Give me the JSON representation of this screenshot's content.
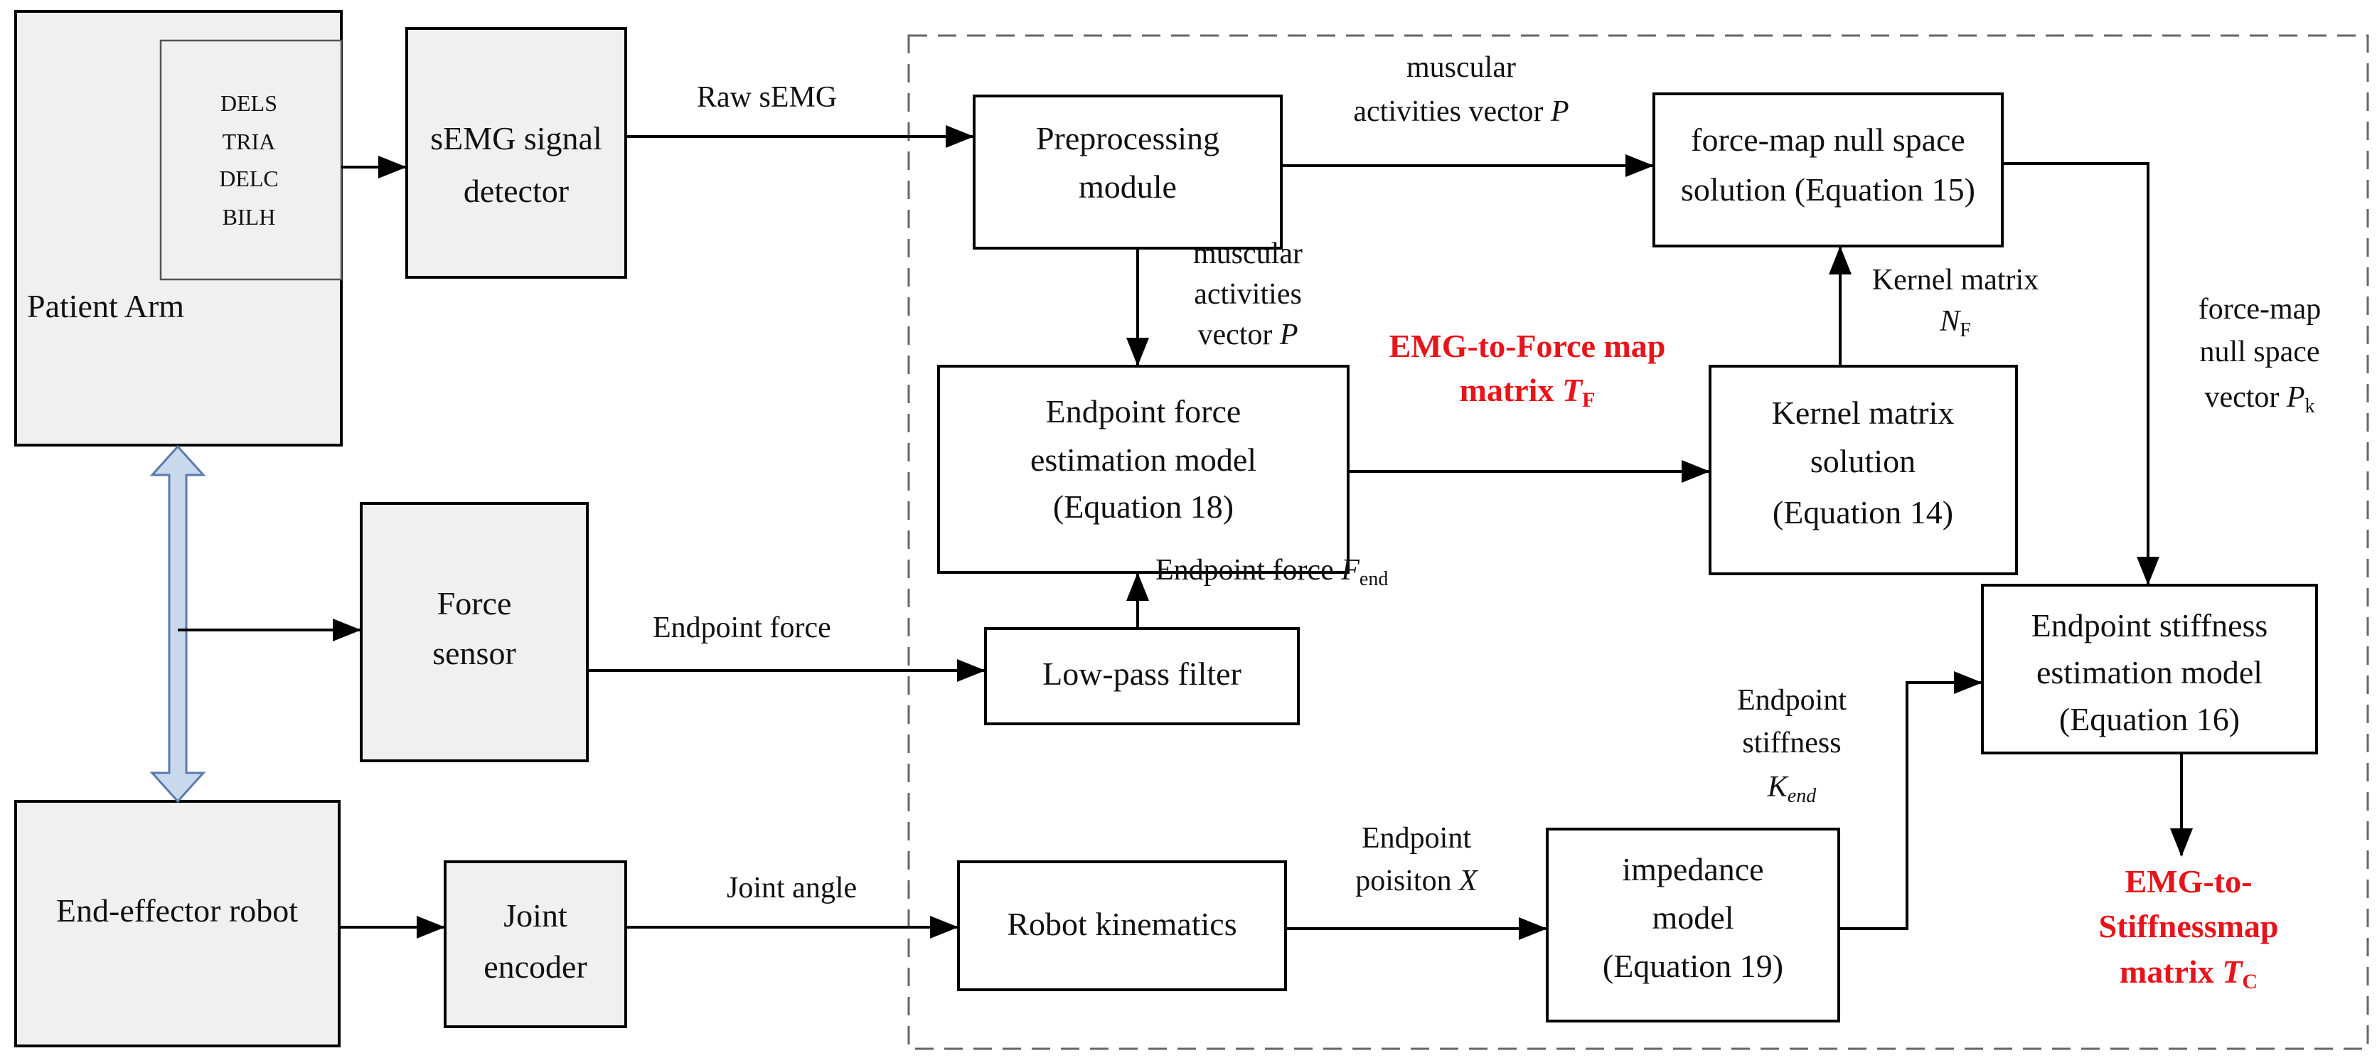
{
  "patient_arm": {
    "label": "Patient Arm",
    "muscles": [
      "DELS",
      "TRIA",
      "DELC",
      "BILH"
    ]
  },
  "blocks": {
    "semg_detector": [
      "sEMG signal",
      "detector"
    ],
    "force_sensor": [
      "Force",
      "sensor"
    ],
    "end_effector_robot": [
      "End-effector robot"
    ],
    "joint_encoder": [
      "Joint",
      "encoder"
    ],
    "preprocessing": [
      "Preprocessing",
      "module"
    ],
    "endpoint_force_model": [
      "Endpoint force",
      "estimation model",
      "(Equation 18)"
    ],
    "low_pass_filter": [
      "Low-pass filter"
    ],
    "robot_kinematics": [
      "Robot kinematics"
    ],
    "force_map_null_space": [
      "force-map null space",
      "solution (Equation 15)"
    ],
    "kernel_matrix": [
      "Kernel matrix",
      "solution",
      "(Equation 14)"
    ],
    "stiffness_model": [
      "Endpoint stiffness",
      "estimation model",
      "(Equation 16)"
    ],
    "impedance_model": [
      "impedance",
      "model",
      "(Equation 19)"
    ]
  },
  "signals": {
    "raw_semg": "Raw sEMG",
    "muscular_top": {
      "line1": "muscular",
      "line2_text": "activities vector ",
      "line2_var": "P"
    },
    "muscular_mid": {
      "line1": "muscular",
      "line2": "activities",
      "line3_text": "vector ",
      "line3_var": "P"
    },
    "emg_force_map": {
      "line1": "EMG-to-Force map",
      "line2_text": "matrix ",
      "line2_var": "T",
      "line2_sub": "F"
    },
    "kernel_nf": {
      "line1": "Kernel matrix",
      "var": "N",
      "sub": "F"
    },
    "null_space_vector": {
      "line1": "force-map",
      "line2": "null space",
      "line3_text": "vector ",
      "line3_var": "P",
      "line3_sub": "k"
    },
    "endpoint_force_fend": {
      "text": "Endpoint force ",
      "var": "F",
      "sub": "end"
    },
    "endpoint_force": "Endpoint force",
    "joint_angle": "Joint angle",
    "endpoint_position": {
      "line1": "Endpoint",
      "line2_text": "poisiton ",
      "line2_var": "X"
    },
    "endpoint_stiffness": {
      "line1": "Endpoint",
      "line2": "stiffness",
      "var": "K",
      "sub": "end"
    },
    "emg_stiffness_map": {
      "line1": "EMG-to-",
      "line2": "Stiffnessmap",
      "line3_text": "matrix ",
      "line3_var": "T",
      "line3_sub": "C"
    }
  },
  "colors": {
    "accent_red": "#e8141b",
    "block_gray": "#f0f0f0",
    "double_arrow_fill": "#c9d9ee",
    "double_arrow_stroke": "#5a7ab0"
  }
}
